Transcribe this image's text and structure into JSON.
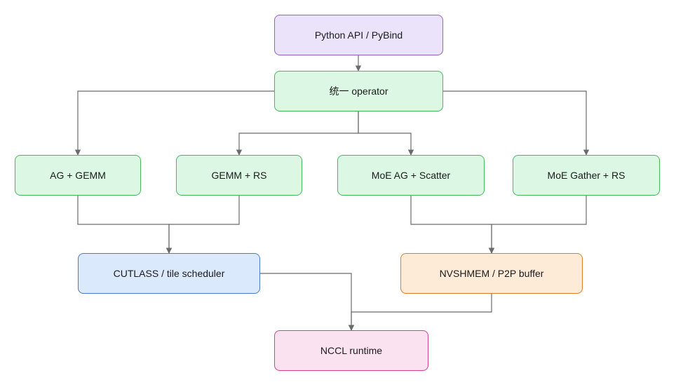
{
  "colors": {
    "edge": "#6b6b6b",
    "purple_fill": "#ebe3fa",
    "purple_stroke": "#9a5fc4",
    "green_fill": "#dcf8e4",
    "green_stroke": "#48b85a",
    "blue_fill": "#dbe9fd",
    "blue_stroke": "#4a7ac8",
    "orange_fill": "#fdebd8",
    "orange_stroke": "#e07b2a",
    "pink_fill": "#fbe2f1",
    "pink_stroke": "#d6418f"
  },
  "nodes": {
    "python_api": {
      "label": "Python API / PyBind",
      "style": "purple"
    },
    "unified_operator": {
      "label": "统一 operator",
      "style": "green"
    },
    "ag_gemm": {
      "label": "AG + GEMM",
      "style": "green"
    },
    "gemm_rs": {
      "label": "GEMM + RS",
      "style": "green"
    },
    "moe_ag_scatter": {
      "label": "MoE AG + Scatter",
      "style": "green"
    },
    "moe_gather_rs": {
      "label": "MoE Gather + RS",
      "style": "green"
    },
    "cutlass": {
      "label": "CUTLASS / tile scheduler",
      "style": "blue"
    },
    "nvshmem": {
      "label": "NVSHMEM / P2P buffer",
      "style": "orange"
    },
    "nccl": {
      "label": "NCCL runtime",
      "style": "pink"
    }
  },
  "edges": [
    {
      "from": "python_api",
      "to": "unified_operator"
    },
    {
      "from": "unified_operator",
      "to": "ag_gemm"
    },
    {
      "from": "unified_operator",
      "to": "gemm_rs"
    },
    {
      "from": "unified_operator",
      "to": "moe_ag_scatter"
    },
    {
      "from": "unified_operator",
      "to": "moe_gather_rs"
    },
    {
      "from": "ag_gemm",
      "to": "cutlass"
    },
    {
      "from": "gemm_rs",
      "to": "cutlass"
    },
    {
      "from": "moe_ag_scatter",
      "to": "nvshmem"
    },
    {
      "from": "moe_gather_rs",
      "to": "nvshmem"
    },
    {
      "from": "cutlass",
      "to": "nccl"
    },
    {
      "from": "nvshmem",
      "to": "nccl"
    }
  ]
}
